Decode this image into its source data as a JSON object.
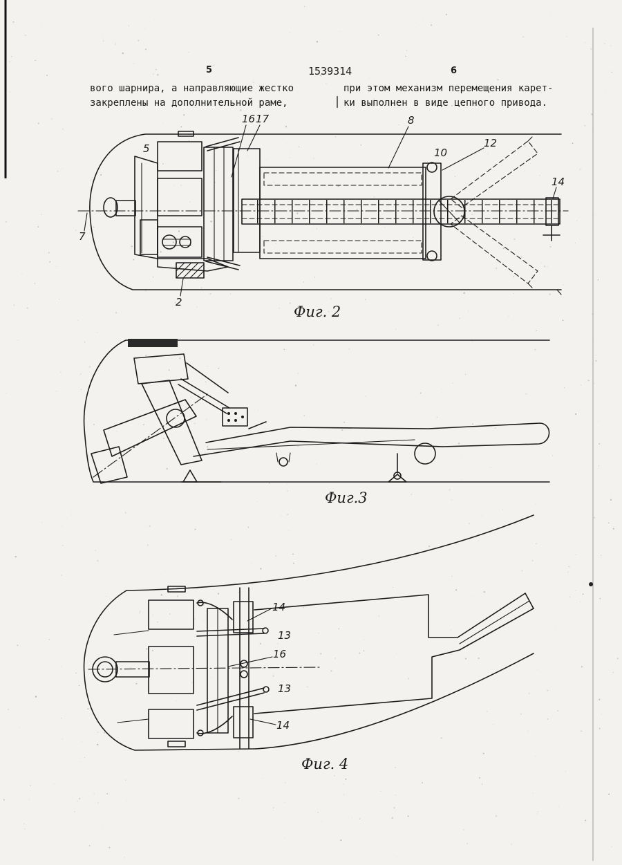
{
  "colors": {
    "paper": "#f3f2ee",
    "ink": "#1b1b1b"
  },
  "header": {
    "page_left": "5",
    "patent_number": "1539314",
    "page_right": "6"
  },
  "text": {
    "left_lines": [
      "вого шарнира, а направляющие жестко",
      "закреплены на дополнительной раме,"
    ],
    "right_lines": [
      "при этом механизм перемещения карет-",
      "ки выполнен в виде цепного привода."
    ]
  },
  "figures": [
    {
      "caption": "Фиг. 2",
      "labels": [
        "16",
        "17",
        "8",
        "12",
        "10",
        "5",
        "14",
        "7",
        "2"
      ]
    },
    {
      "caption": "Фиг.3"
    },
    {
      "caption": "Фиг. 4",
      "labels": [
        "14",
        "13",
        "16",
        "13",
        "14"
      ]
    }
  ]
}
